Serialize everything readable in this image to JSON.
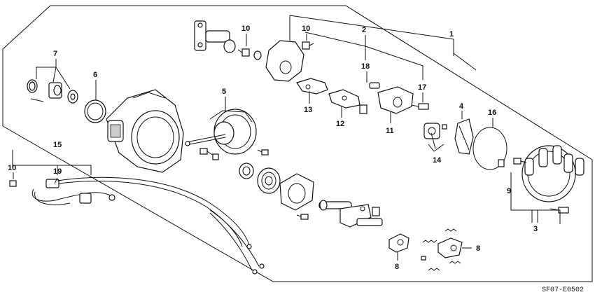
{
  "diagram": {
    "callouts": [
      {
        "id": "c1",
        "text": "1"
      },
      {
        "id": "c2",
        "text": "2"
      },
      {
        "id": "c3",
        "text": "3"
      },
      {
        "id": "c4",
        "text": "4"
      },
      {
        "id": "c5",
        "text": "5"
      },
      {
        "id": "c6",
        "text": "6"
      },
      {
        "id": "c7",
        "text": "7"
      },
      {
        "id": "c8a",
        "text": "8"
      },
      {
        "id": "c8b",
        "text": "8"
      },
      {
        "id": "c9",
        "text": "9"
      },
      {
        "id": "c10a",
        "text": "10"
      },
      {
        "id": "c10b",
        "text": "10"
      },
      {
        "id": "c10c",
        "text": "10"
      },
      {
        "id": "c11",
        "text": "11"
      },
      {
        "id": "c12",
        "text": "12"
      },
      {
        "id": "c13",
        "text": "13"
      },
      {
        "id": "c14",
        "text": "14"
      },
      {
        "id": "c15",
        "text": "15"
      },
      {
        "id": "c16",
        "text": "16"
      },
      {
        "id": "c17",
        "text": "17"
      },
      {
        "id": "c18",
        "text": "18"
      },
      {
        "id": "c19",
        "text": "19"
      }
    ],
    "diagram_code": "SF07-E0502"
  }
}
